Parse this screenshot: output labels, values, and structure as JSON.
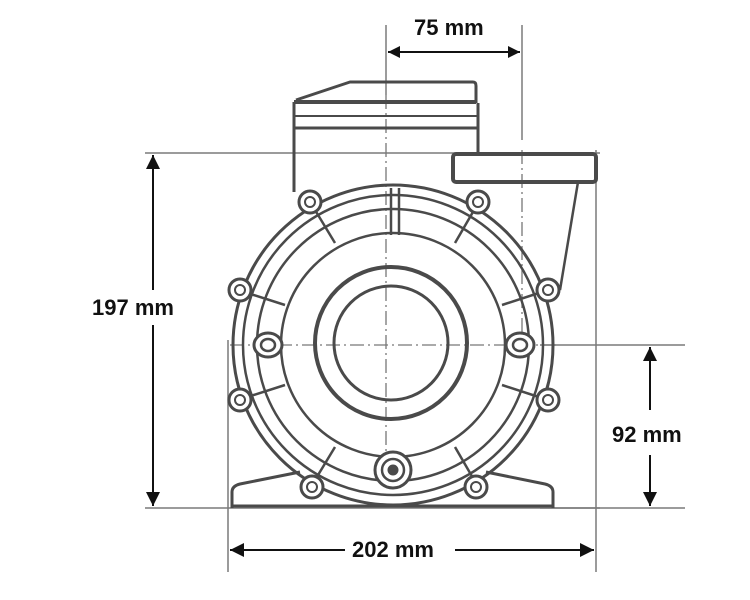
{
  "drawing": {
    "subject": "pump front view",
    "colors": {
      "outline": "#4a4a4a",
      "dimension": "#111111",
      "extension": "#7a7a7a",
      "background": "#ffffff"
    }
  },
  "dimensions": {
    "top_width": {
      "label": "75 mm",
      "value": 75,
      "unit": "mm"
    },
    "overall_height": {
      "label": "197 mm",
      "value": 197,
      "unit": "mm"
    },
    "shaft_height": {
      "label": "92 mm",
      "value": 92,
      "unit": "mm"
    },
    "overall_width": {
      "label": "202 mm",
      "value": 202,
      "unit": "mm"
    }
  }
}
